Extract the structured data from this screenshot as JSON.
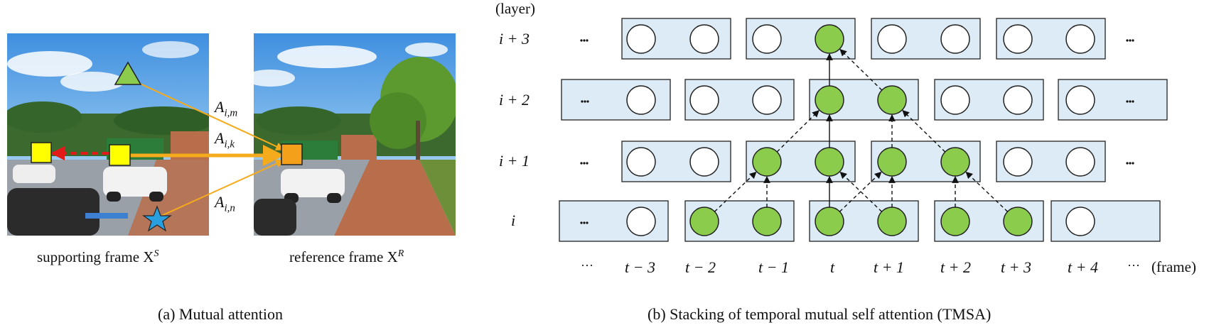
{
  "colors": {
    "green_node": "#8bcc4c",
    "box_fill": "#dcebf5",
    "arrow_orange": "#f5ab1b",
    "marker_yellow": "#ffff00",
    "marker_orange": "#f5a01a",
    "marker_star": "#2a9fe0",
    "dashed_red": "#e21a1a"
  },
  "panel_a": {
    "caption": "(a) Mutual attention",
    "support_label": "supporting frame X",
    "support_sup": "S",
    "ref_label": "reference frame X",
    "ref_sup": "R",
    "attn_labels": [
      {
        "base": "A",
        "sub": "i,m"
      },
      {
        "base": "A",
        "sub": "i,k"
      },
      {
        "base": "A",
        "sub": "i,n"
      }
    ],
    "icons": [
      "triangle-icon",
      "square-icon",
      "star-icon"
    ]
  },
  "panel_b": {
    "caption": "(b) Stacking of temporal mutual self attention (TMSA)",
    "layer_header": "(layer)",
    "frame_header": "(frame)",
    "ellipsis": "···",
    "layer_labels": [
      "i + 3",
      "i + 2",
      "i + 1",
      "i"
    ],
    "frame_labels": [
      "t − 3",
      "t − 2",
      "t − 1",
      "t",
      "t + 1",
      "t + 2",
      "t + 3",
      "t + 4"
    ],
    "active_nodes": {
      "i": [
        "t − 2",
        "t − 1",
        "t",
        "t + 1",
        "t + 2",
        "t + 3"
      ],
      "i + 1": [
        "t − 1",
        "t",
        "t + 1",
        "t + 2"
      ],
      "i + 2": [
        "t",
        "t + 1"
      ],
      "i + 3": [
        "t"
      ]
    }
  }
}
